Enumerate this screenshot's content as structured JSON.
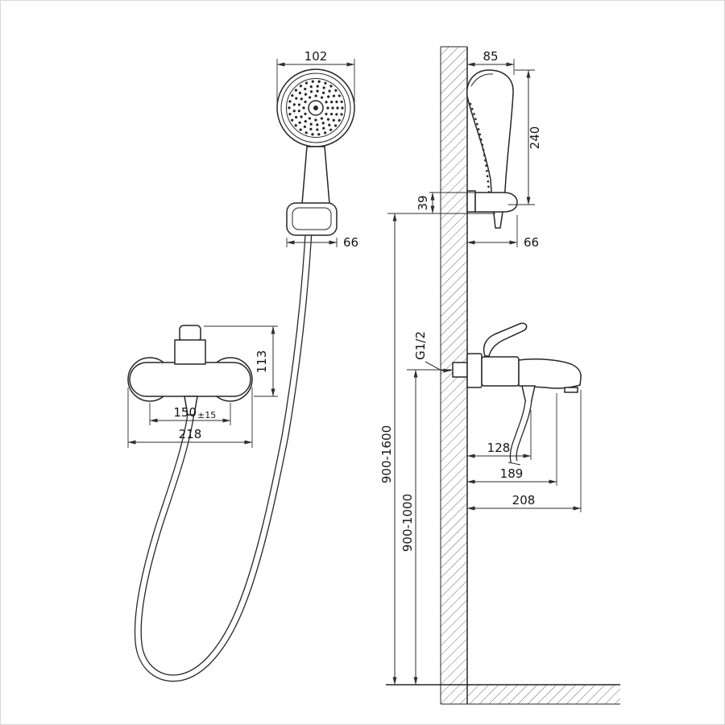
{
  "colors": {
    "line": "#262626",
    "dimension": "#2e2e2e",
    "text": "#151515",
    "hatch": "#6a6a6a",
    "frame": "#d8d8d8",
    "background": "#ffffff"
  },
  "front_view": {
    "dim_head_width": "102",
    "dim_holder_width": "66",
    "dim_body_height": "113",
    "dim_center_distance": "150",
    "dim_center_tolerance": "±15",
    "dim_overall_width": "218"
  },
  "side_view": {
    "dim_head_depth": "85",
    "dim_head_length": "240",
    "dim_holder_drop": "39",
    "dim_holder_reach": "66",
    "thread_label": "G1/2",
    "dim_hose_outlet_reach": "128",
    "dim_aerator_reach": "189",
    "dim_spout_reach": "208",
    "dim_bracket_install_height": "900-1600",
    "dim_mixer_install_height": "900-1000"
  }
}
